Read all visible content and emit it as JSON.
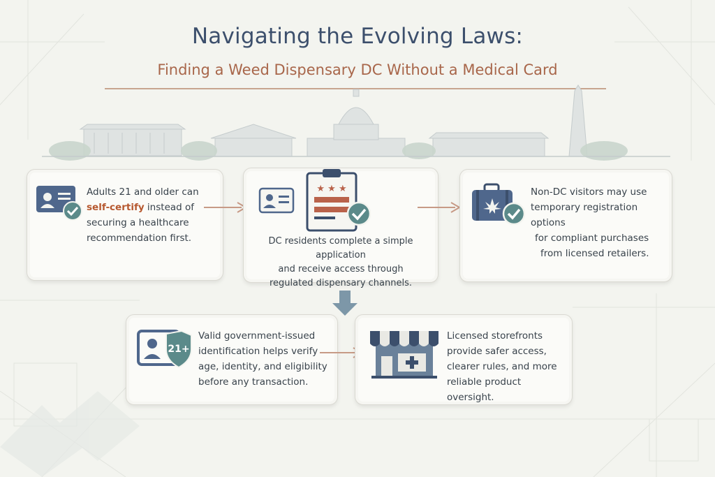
{
  "title": "Navigating the Evolving Laws:",
  "subtitle": "Finding a Weed Dispensary DC Without a Medical Card",
  "steps": [
    {
      "line1": "Adults 21 and older can",
      "highlight": "self-certify",
      "line2_rest": " instead of",
      "line3": "securing a healthcare",
      "line4": "recommendation first.",
      "icon": "id-card-check-icon"
    },
    {
      "line1": "DC residents complete a simple application",
      "line2": "and receive access through",
      "line3": "regulated dispensary channels.",
      "icon": "clipboard-application-icon"
    },
    {
      "line1": "Non-DC visitors may use",
      "line2": "temporary registration options",
      "line3": "for compliant purchases",
      "line4": "from licensed retailers.",
      "icon": "suitcase-cannabis-icon"
    },
    {
      "line1": "Valid government-issued",
      "line2": "identification helps verify",
      "line3": "age, identity, and eligibility",
      "line4": "before any transaction.",
      "badge": "21+",
      "icon": "id-verification-icon"
    },
    {
      "line1": "Licensed storefronts",
      "line2": "provide safer access,",
      "line3": "clearer rules, and more",
      "line4": "reliable product oversight.",
      "icon": "storefront-icon"
    }
  ],
  "colors": {
    "navy": "#3c4f6c",
    "accent": "#b6582f",
    "teal": "#5b8a8a",
    "flag_red": "#b9624a"
  }
}
